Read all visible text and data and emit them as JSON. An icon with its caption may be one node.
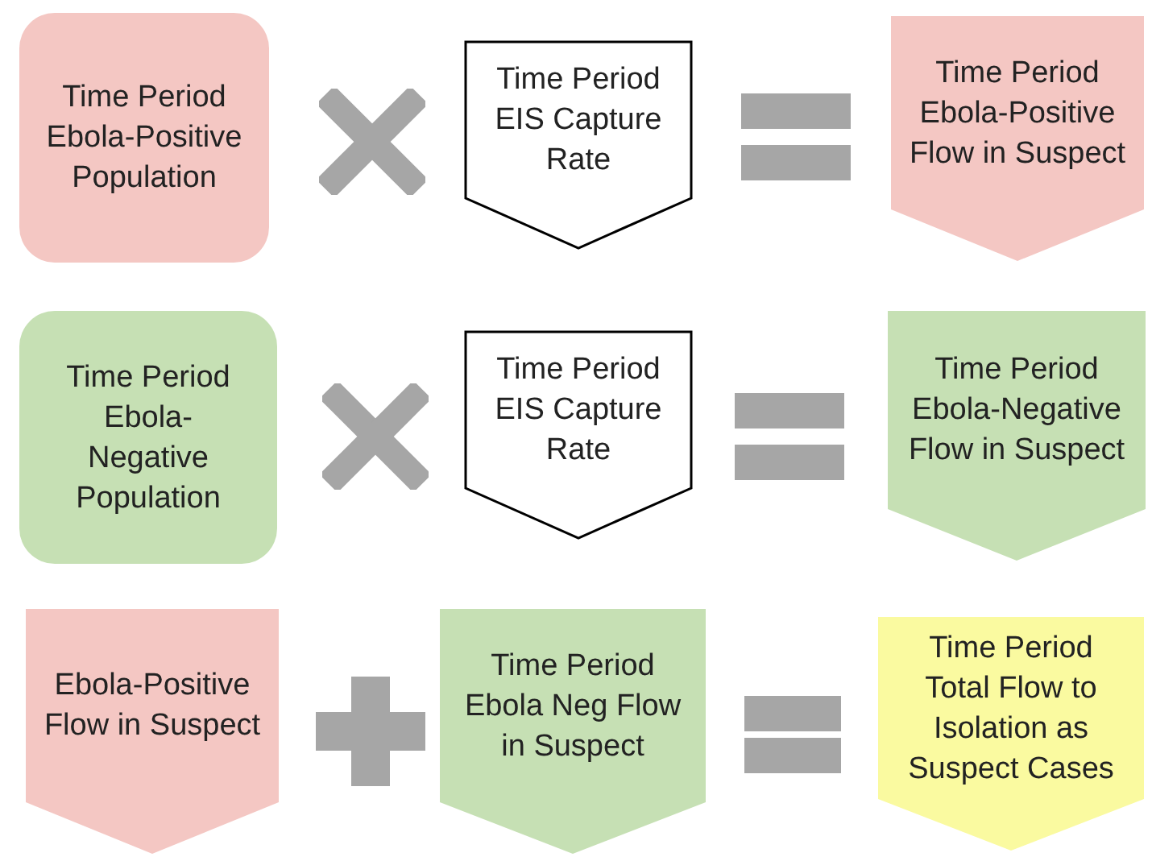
{
  "diagram": {
    "nodes": [
      {
        "text": [
          "Time Period Ebola-Positive Population"
        ]
      },
      {
        "text": [
          "Time Period EIS Capture Rate"
        ]
      },
      {
        "text": [
          "Time Period Ebola-Positive Flow in Suspect"
        ]
      },
      {
        "text": [
          "Time Period Ebola-Negative Population"
        ]
      },
      {
        "text": [
          "Time Period EIS Capture Rate"
        ]
      },
      {
        "text": [
          "Time Period Ebola-Negative Flow in Suspect"
        ]
      },
      {
        "text": [
          "Ebola-Positive Flow in Suspect"
        ]
      },
      {
        "text": [
          "Time Period Ebola Neg Flow in Suspect"
        ]
      },
      {
        "text": [
          "Time Period Total Flow to Isolation as Suspect Cases"
        ]
      }
    ]
  }
}
